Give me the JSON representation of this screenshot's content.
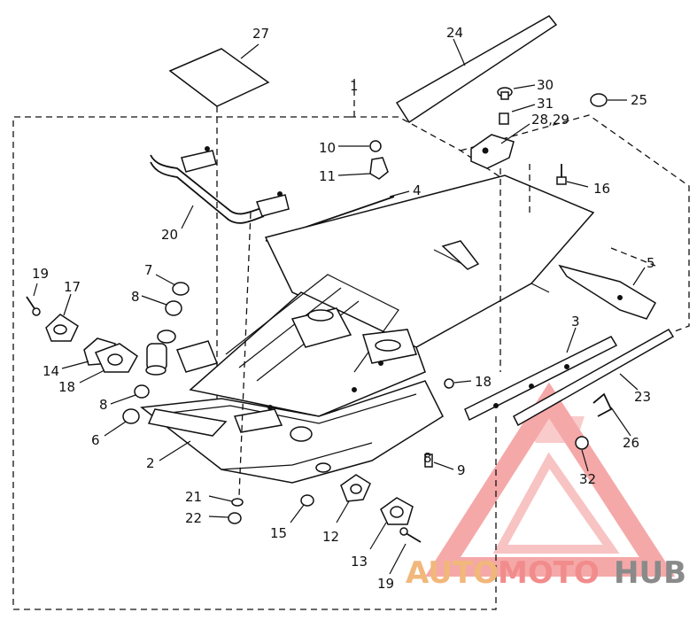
{
  "labels": {
    "l1": "1",
    "l2": "2",
    "l3": "3",
    "l4": "4",
    "l5": "5",
    "l6": "6",
    "l7": "7",
    "l8a": "8",
    "l8b": "8",
    "l8c": "8",
    "l9": "9",
    "l10": "10",
    "l11": "11",
    "l12": "12",
    "l13": "13",
    "l14": "14",
    "l15": "15",
    "l16": "16",
    "l17": "17",
    "l18a": "18",
    "l18b": "18",
    "l19a": "19",
    "l19b": "19",
    "l20": "20",
    "l21": "21",
    "l22": "22",
    "l23": "23",
    "l24": "24",
    "l25": "25",
    "l26": "26",
    "l27": "27",
    "l2829": "28,29",
    "l30": "30",
    "l31": "31",
    "l32": "32"
  },
  "watermark": {
    "part1": "AUTO",
    "part2": "MOTO",
    "part3": "HUB",
    "colors": {
      "auto": "#f1b77b",
      "moto": "#f28c8c",
      "hub": "#8a8a8a",
      "triangle": "#f28c8c"
    }
  }
}
